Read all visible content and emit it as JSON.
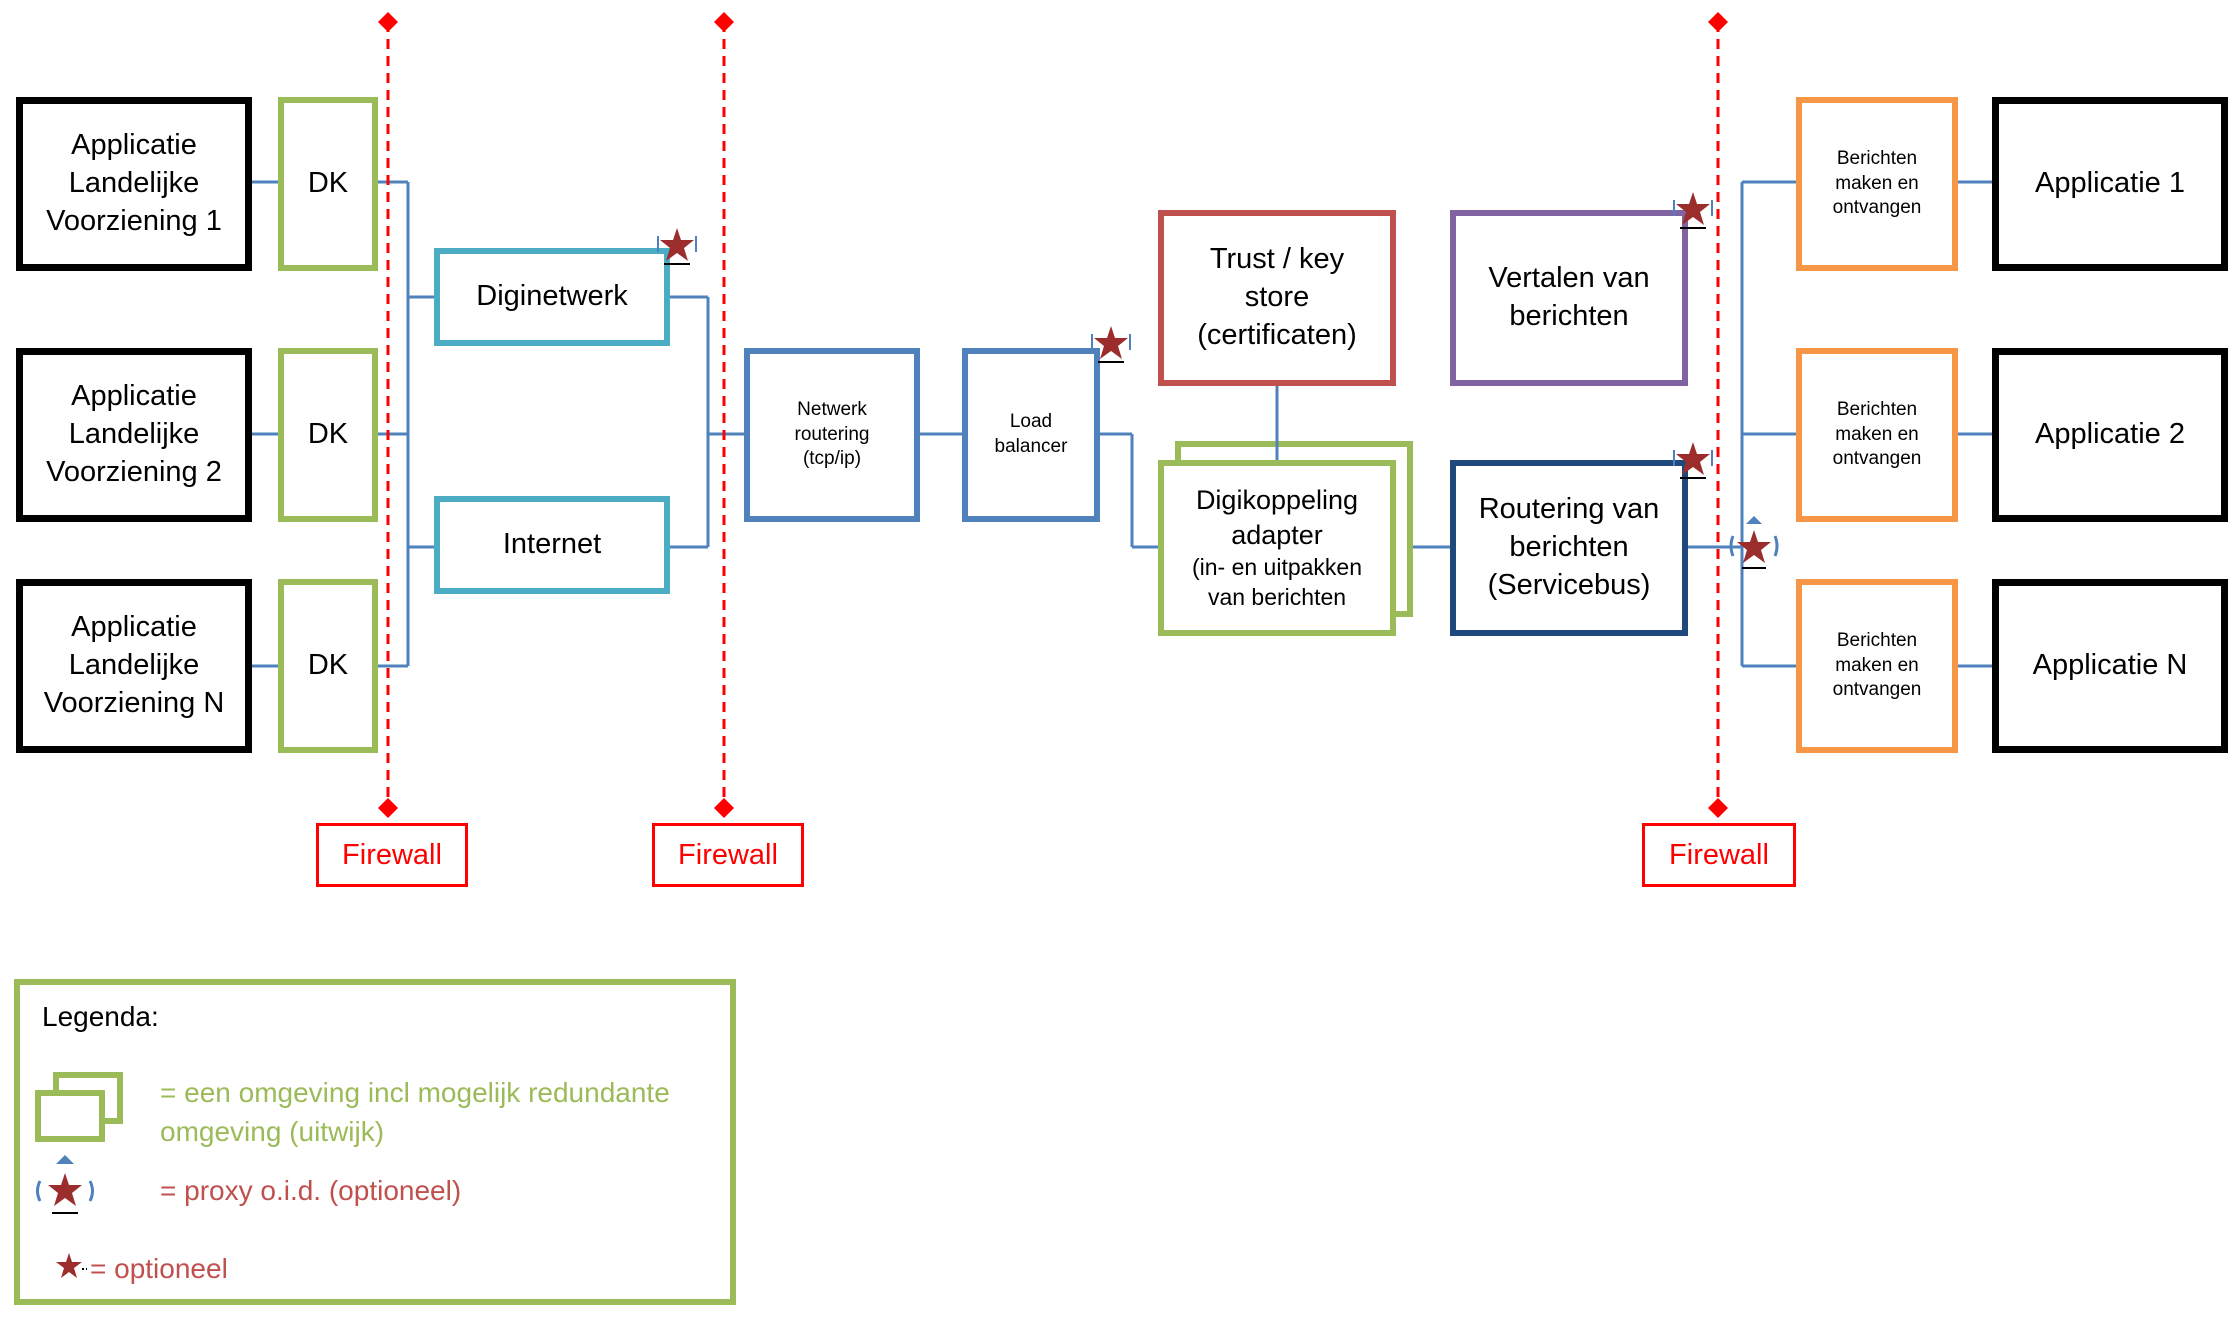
{
  "left_apps": [
    {
      "lines": [
        "Applicatie",
        "Landelijke",
        "Voorziening 1"
      ]
    },
    {
      "lines": [
        "Applicatie",
        "Landelijke",
        "Voorziening 2"
      ]
    },
    {
      "lines": [
        "Applicatie",
        "Landelijke",
        "Voorziening N"
      ]
    }
  ],
  "dk_label": "DK",
  "networks": {
    "diginetwerk": "Diginetwerk",
    "internet": "Internet"
  },
  "netwerk_routering": [
    "Netwerk",
    "routering",
    "(tcp/ip)"
  ],
  "load_balancer": [
    "Load",
    "balancer"
  ],
  "trust_store": [
    "Trust / key",
    "store",
    "(certificaten)"
  ],
  "digikoppeling_adapter": [
    "Digikoppeling",
    "adapter",
    "(in- en uitpakken",
    "van berichten"
  ],
  "vertalen": [
    "Vertalen van",
    "berichten"
  ],
  "routering": [
    "Routering van",
    "berichten",
    "(Servicebus)"
  ],
  "berichten_boxes": [
    [
      "Berichten",
      "maken en",
      "ontvangen"
    ],
    [
      "Berichten",
      "maken en",
      "ontvangen"
    ],
    [
      "Berichten",
      "maken en",
      "ontvangen"
    ]
  ],
  "right_apps": [
    "Applicatie 1",
    "Applicatie 2",
    "Applicatie N"
  ],
  "firewall_label": "Firewall",
  "legend": {
    "title": "Legenda:",
    "environment": "= een omgeving incl mogelijk redundante omgeving (uitwijk)",
    "proxy": "= proxy o.i.d.  (optioneel)",
    "optional": "= optioneel"
  },
  "colors": {
    "black": "#000000",
    "green": "#9bbb59",
    "teal": "#4bacc6",
    "blue": "#4f81bd",
    "red": "#c0504d",
    "purple": "#8064a2",
    "navy": "#1f497d",
    "orange": "#f79646",
    "firewall": "#ff0000",
    "star": "#9b2d2d"
  },
  "icons": [
    "star-icon",
    "proxy-icon",
    "firewall-diamond-icon"
  ]
}
